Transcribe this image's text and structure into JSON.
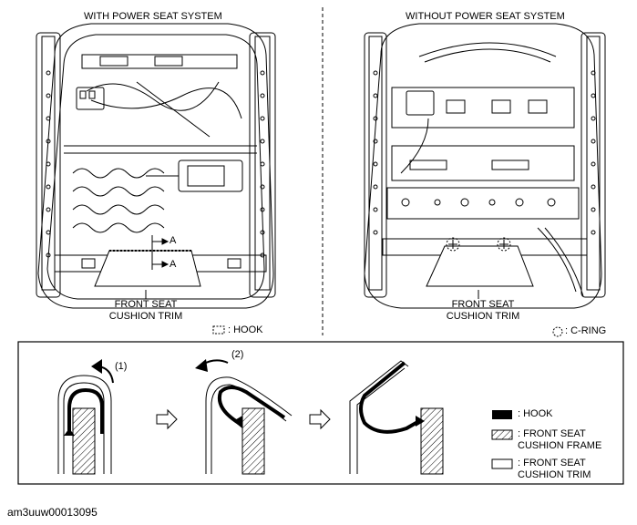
{
  "top": {
    "left_title": "WITH POWER SEAT SYSTEM",
    "right_title": "WITHOUT POWER SEAT SYSTEM",
    "left_label_line1": "FRONT SEAT",
    "left_label_line2": "CUSHION TRIM",
    "right_label_line1": "FRONT SEAT",
    "right_label_line2": "CUSHION TRIM",
    "section_mark_1": "A",
    "section_mark_2": "A",
    "left_legend": ": HOOK",
    "right_legend": ": C-RING"
  },
  "steps": {
    "step1": "(1)",
    "step2": "(2)"
  },
  "legend": {
    "hook": ": HOOK",
    "frame_line1": ": FRONT SEAT",
    "frame_line2": "CUSHION FRAME",
    "trim_line1": ": FRONT SEAT",
    "trim_line2": "CUSHION TRIM"
  },
  "footer": {
    "image_code": "am3uuw00013095"
  }
}
